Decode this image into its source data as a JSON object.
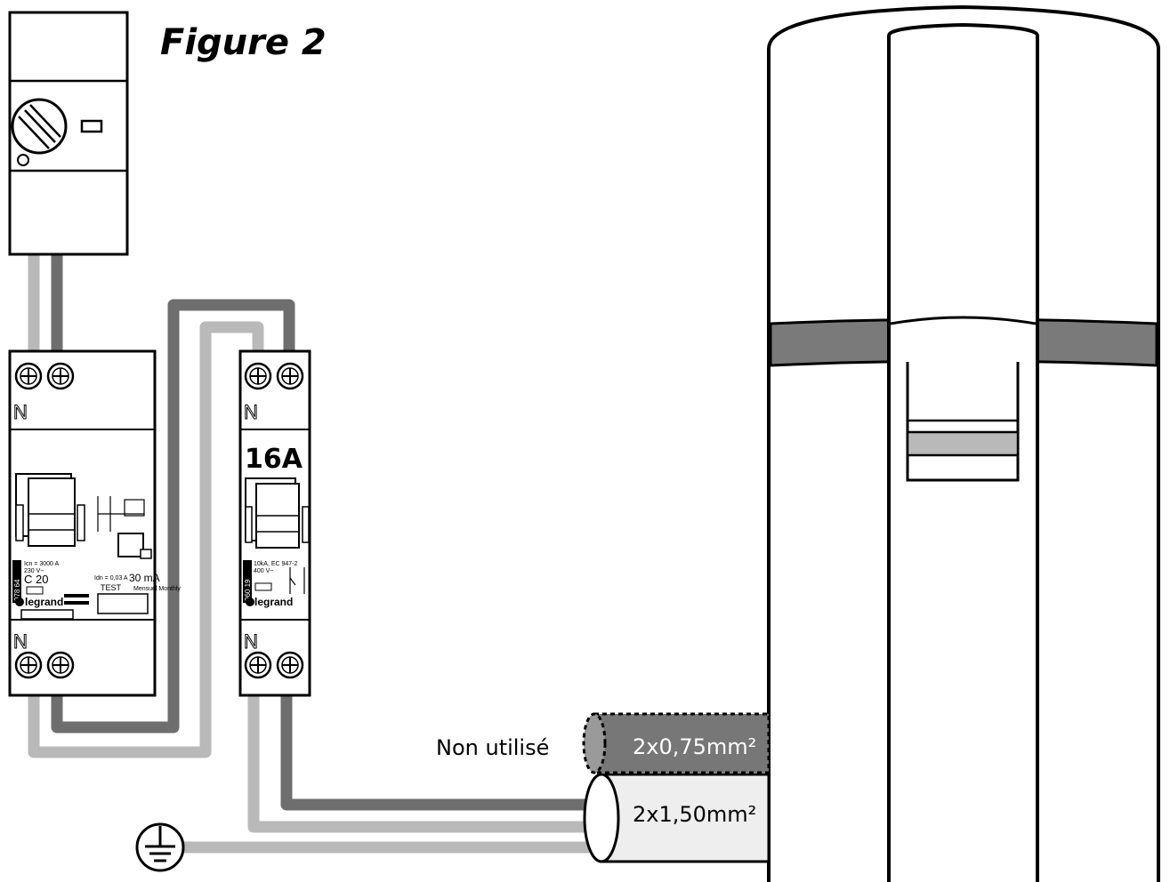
{
  "figure_title": "Figure 2",
  "breaker_rating": "16A",
  "terminal_label": "N",
  "brand": "legrand",
  "rcd": {
    "ref": "078 64",
    "rating": "C 20",
    "sensitivity": "30 mA",
    "test_label": "TEST",
    "icn": "Icn = 3000 A",
    "voltage": "230 V~",
    "idn_min": "Idn = 0,03 A",
    "monthly": "Mensuel Monthly"
  },
  "breaker": {
    "ref": "060 19",
    "spec": "10kA, EC 947-2",
    "voltage": "400 V~"
  },
  "cables": {
    "unused_label": "Non utilisé",
    "cable_small": "2x0,75mm²",
    "cable_large": "2x1,50mm²"
  },
  "colors": {
    "wire_dark": "#6e6e6e",
    "wire_light": "#b9b9b9",
    "band": "#7a7a7a",
    "cable_fill": "#eeeeee",
    "cable_dashed_fill": "#777777"
  },
  "icons": [
    "earth-ground-icon",
    "screw-terminal-icon",
    "rotary-switch-icon"
  ]
}
